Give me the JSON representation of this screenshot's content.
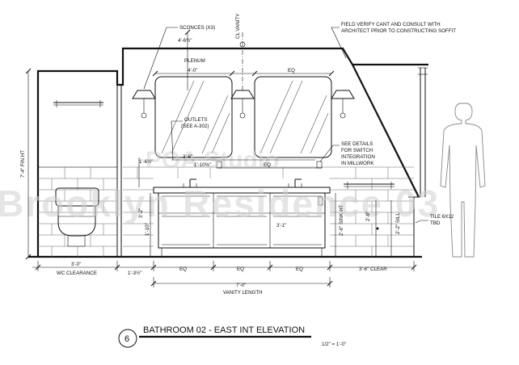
{
  "drawing": {
    "number": "6",
    "title": "BATHROOM 02 - EAST INT ELEVATION",
    "scale": "1/2\" = 1'-0\""
  },
  "watermark": {
    "line1": "POA Studio",
    "line2": "Brooklyn Residence 03"
  },
  "annotations": {
    "sconces": "SCONCES (X3)",
    "cl_vanity": "CL VANITY",
    "field_verify_1": "FIELD VERIFY CANT AND CONSULT WITH",
    "field_verify_2": "ARCHITECT PRIOR TO CONSTRUCTING SOFFIT",
    "plenum": "PLENUM",
    "outlets_1": "OUTLETS",
    "outlets_2": "(SEE A-302)",
    "details_1": "SEE DETAILS",
    "details_2": "FOR SWITCH",
    "details_3": "INTEGRATION",
    "details_4": "IN MILLWORK",
    "tile_1": "TILE 6X12",
    "tile_2": "TBD"
  },
  "dimensions": {
    "d_4_6": "4'-6½\"",
    "d_4_0": "4'-0\"",
    "eq_mirror": "EQ",
    "d_3_6": "3'-6\"",
    "d_1_6": "1'-6½\"",
    "d_10": "1'-10½\"",
    "eq_counter": "EQ",
    "d_3_2": "3'-2\"",
    "d_1_10": "1'-10\"",
    "d_3_1": "3'-1\"",
    "sink_ht": "2'-6\" SINK HT",
    "d_2_9": "2'-9\"",
    "sill": "2'-2\" SILL",
    "fin_ht": "7'-4\" FIN HT",
    "wc_dim": "3'-0\"",
    "wc_clear": "WC CLEARANCE",
    "d_1_3": "1'-3½\"",
    "eq_1": "EQ",
    "eq_2": "EQ",
    "eq_3": "EQ",
    "clear_3_6": "3'-6\" CLEAR",
    "vanity_len": "7'-0\"",
    "vanity_label": "VANITY LENGTH"
  }
}
